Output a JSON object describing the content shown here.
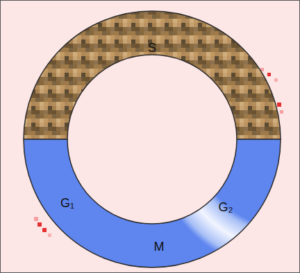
{
  "diagram": {
    "nodes": [
      {
        "text": [
          "S"
        ]
      },
      {
        "text": [
          "G₁",
          "M",
          "G₂"
        ]
      }
    ]
  }
}
